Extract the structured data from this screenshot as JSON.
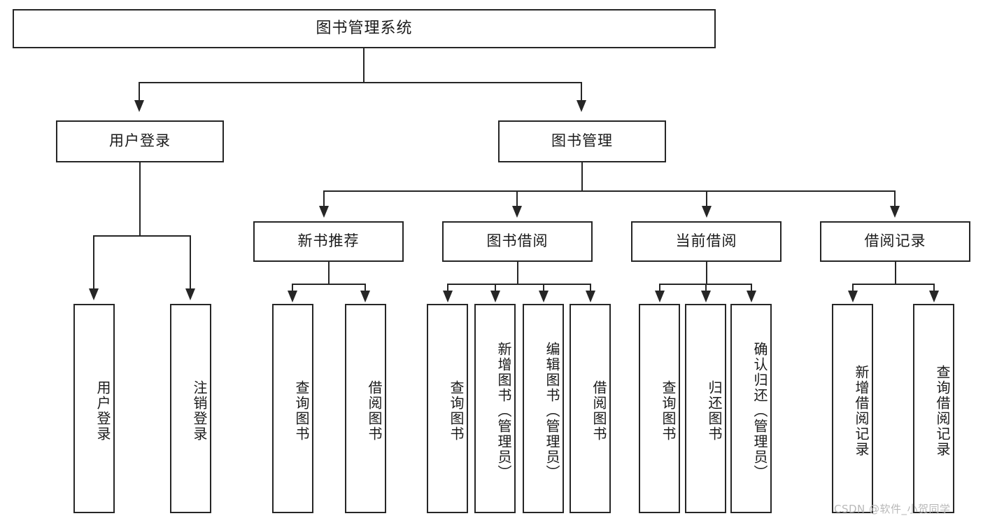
{
  "diagram": {
    "title": "图书管理系统",
    "type": "hierarchy-tree",
    "root": {
      "label": "图书管理系统"
    },
    "level2": [
      {
        "label": "用户登录"
      },
      {
        "label": "图书管理"
      }
    ],
    "level3": [
      {
        "label": "新书推荐"
      },
      {
        "label": "图书借阅"
      },
      {
        "label": "当前借阅"
      },
      {
        "label": "借阅记录"
      }
    ],
    "leaves": {
      "user_login": [
        {
          "label": "用户登录"
        },
        {
          "label": "注销登录"
        }
      ],
      "new_book_recommend": [
        {
          "label": "查询图书"
        },
        {
          "label": "借阅图书"
        }
      ],
      "book_borrow": [
        {
          "label": "查询图书"
        },
        {
          "label": "新增图书（管理员）"
        },
        {
          "label": "编辑图书（管理员）"
        },
        {
          "label": "借阅图书"
        }
      ],
      "current_borrow": [
        {
          "label": "查询图书"
        },
        {
          "label": "归还图书"
        },
        {
          "label": "确认归还（管理员）"
        }
      ],
      "borrow_record": [
        {
          "label": "新增借阅记录"
        },
        {
          "label": "查询借阅记录"
        }
      ]
    }
  },
  "watermark": {
    "text": "CSDN @软件_小贺同学"
  },
  "colors": {
    "stroke": "#262626",
    "background": "#ffffff",
    "text": "#1a1a1a",
    "watermark": "#b9b9b9"
  }
}
